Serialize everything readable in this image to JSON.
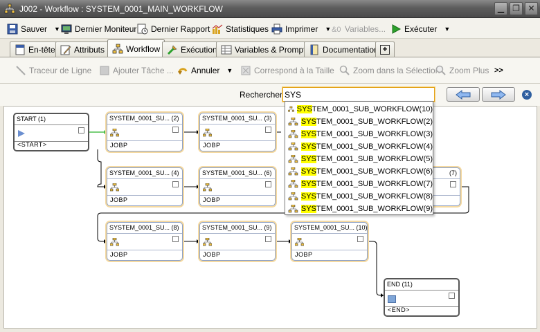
{
  "window": {
    "title": "J002 - Workflow : SYSTEM_0001_MAIN_WORKFLOW",
    "minimize_label": "▁",
    "restore_label": "❐",
    "close_label": "✕"
  },
  "toolbar": {
    "save": "Sauver",
    "last_monitor": "Dernier Moniteur",
    "last_report": "Dernier Rapport",
    "stats": "Statistiques",
    "print": "Imprimer",
    "variables": "Variables...",
    "execute": "Exécuter"
  },
  "tabs": [
    {
      "label": "En-tête"
    },
    {
      "label": "Attributs"
    },
    {
      "label": "Workflow"
    },
    {
      "label": "Exécution"
    },
    {
      "label": "Variables & Prompts"
    },
    {
      "label": "Documentation"
    },
    {
      "label": "+"
    }
  ],
  "editor_toolbar": {
    "line_tracer": "Traceur de Ligne",
    "add_task": "Ajouter Tâche ...",
    "undo": "Annuler",
    "fit_size": "Correspond à la Taille",
    "zoom_selection": "Zoom dans la Sélection",
    "zoom_plus": "Zoom Plus",
    "more": ">>"
  },
  "search": {
    "label": "Rechercher",
    "value": "SYS",
    "results": [
      {
        "match": "SYS",
        "rest": "TEM_0001_SUB_WORKFLOW(10)"
      },
      {
        "match": "SYS",
        "rest": "TEM_0001_SUB_WORKFLOW(2)"
      },
      {
        "match": "SYS",
        "rest": "TEM_0001_SUB_WORKFLOW(3)"
      },
      {
        "match": "SYS",
        "rest": "TEM_0001_SUB_WORKFLOW(4)"
      },
      {
        "match": "SYS",
        "rest": "TEM_0001_SUB_WORKFLOW(5)"
      },
      {
        "match": "SYS",
        "rest": "TEM_0001_SUB_WORKFLOW(6)"
      },
      {
        "match": "SYS",
        "rest": "TEM_0001_SUB_WORKFLOW(7)"
      },
      {
        "match": "SYS",
        "rest": "TEM_0001_SUB_WORKFLOW(8)"
      },
      {
        "match": "SYS",
        "rest": "TEM_0001_SUB_WORKFLOW(9)"
      }
    ]
  },
  "nodes": {
    "start": {
      "title": "START (1)",
      "footer": "<START>"
    },
    "n2": {
      "title": "SYSTEM_0001_SU... (2)",
      "footer": "JOBP"
    },
    "n3": {
      "title": "SYSTEM_0001_SU... (3)",
      "footer": "JOBP"
    },
    "n4": {
      "title": "SYSTEM_0001_SU... (4)",
      "footer": "JOBP"
    },
    "n6": {
      "title": "SYSTEM_0001_SU... (6)",
      "footer": "JOBP"
    },
    "n7": {
      "title": "(7)",
      "footer": ""
    },
    "n8": {
      "title": "SYSTEM_0001_SU... (8)",
      "footer": "JOBP"
    },
    "n9": {
      "title": "SYSTEM_0001_SU... (9)",
      "footer": "JOBP"
    },
    "n10": {
      "title": "SYSTEM_0001_SU... (10)",
      "footer": "JOBP"
    },
    "end": {
      "title": "END (11)",
      "footer": "<END>"
    }
  },
  "colors": {
    "search_highlight": "#ffff00",
    "node_border": "#8aa0c8",
    "node_glow": "#f5d9a0",
    "connector_first": "#4cbf4c"
  },
  "icons": {
    "workflow": "workflow-icon",
    "start": "play-triangle-icon",
    "end": "end-square-icon"
  }
}
